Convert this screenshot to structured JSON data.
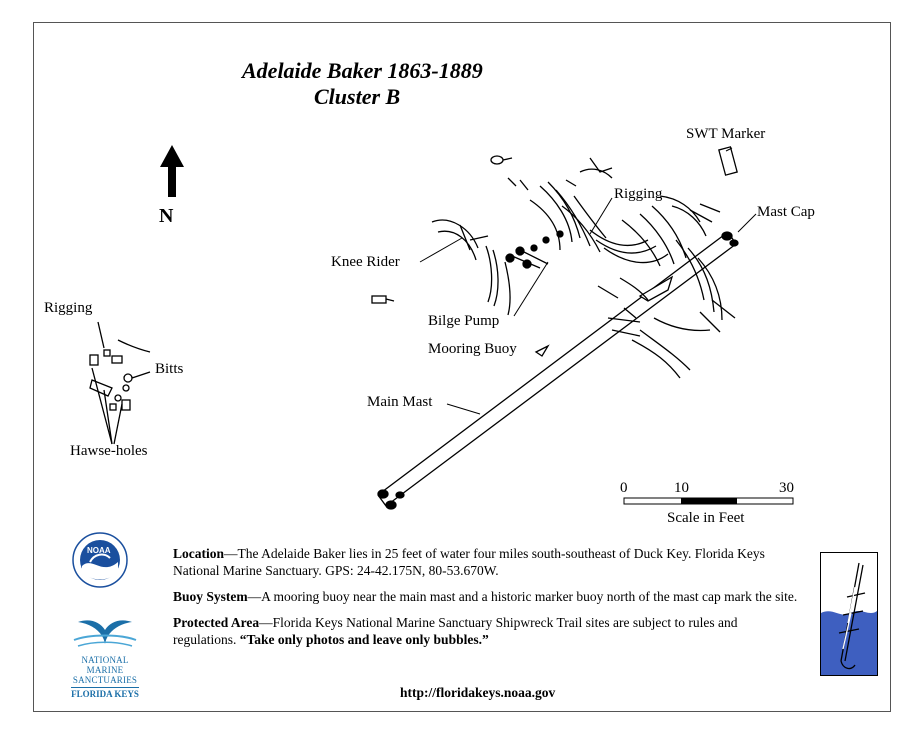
{
  "title": {
    "line1": "Adelaide Baker 1863-1889",
    "line2": "Cluster B"
  },
  "north_label": "N",
  "labels": {
    "swt_marker": "SWT Marker",
    "rigging_top": "Rigging",
    "mast_cap": "Mast Cap",
    "knee_rider": "Knee Rider",
    "bilge_pump": "Bilge Pump",
    "mooring_buoy": "Mooring Buoy",
    "main_mast": "Main Mast",
    "rigging_left": "Rigging",
    "bitts": "Bitts",
    "hawse_holes": "Hawse-holes"
  },
  "scale": {
    "ticks": [
      "0",
      "10",
      "30"
    ],
    "caption": "Scale in Feet"
  },
  "info": {
    "location_head": "Location",
    "location_text": "—The Adelaide Baker lies in 25 feet of water four miles south-southeast of Duck Key. Florida Keys National Marine Sanctuary. GPS: 24-42.175N, 80-53.670W.",
    "buoy_head": "Buoy System",
    "buoy_text": "—A mooring buoy near the main mast and a historic marker buoy north of the mast cap mark the site.",
    "protected_head": "Protected Area",
    "protected_text": "—Florida Keys National Marine Sanctuary Shipwreck Trail sites are subject to rules and regulations.  ",
    "protected_quote": "“Take only photos and leave only bubbles.”"
  },
  "url": "http://floridakeys.noaa.gov",
  "logos": {
    "noaa_text": "NOAA",
    "nms_line1": "NATIONAL MARINE",
    "nms_line2": "SANCTUARIES",
    "nms_line3": "FLORIDA KEYS"
  },
  "colors": {
    "noaa_blue": "#1a4f9e",
    "sanctuary_blue": "#1b6fa8",
    "water_blue": "#3e5fc0"
  }
}
